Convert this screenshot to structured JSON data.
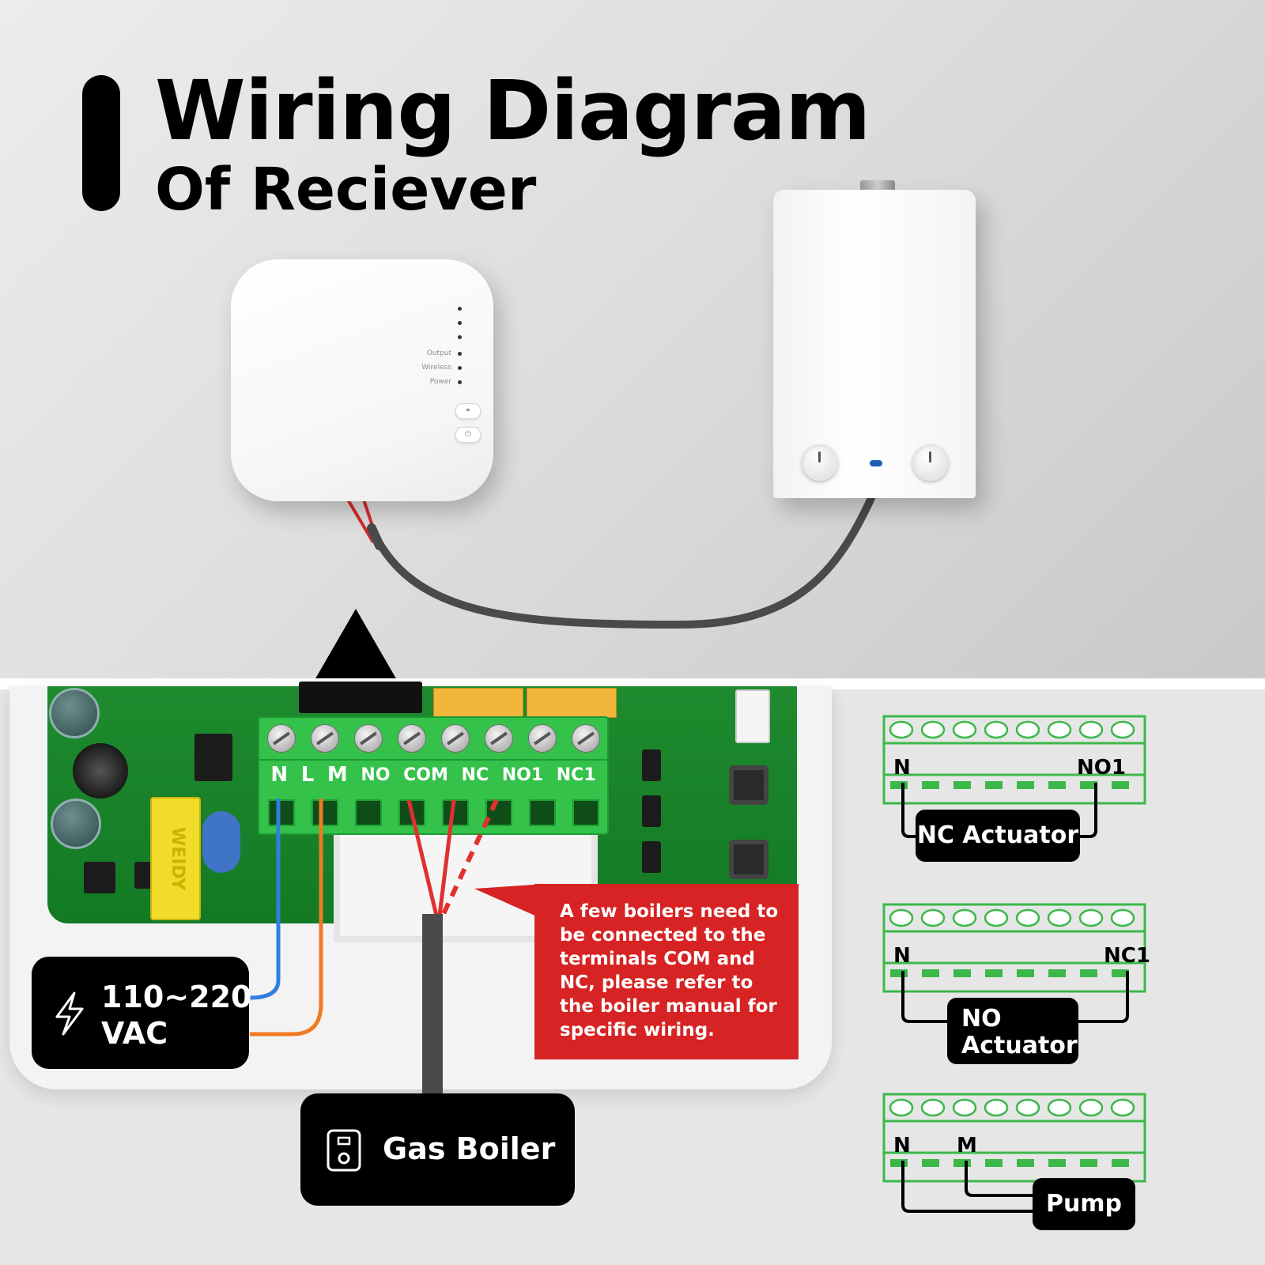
{
  "header": {
    "title": "Wiring Diagram",
    "subtitle": "Of Reciever"
  },
  "receiver": {
    "leds": [
      "",
      "",
      "",
      "Output",
      "Wireless",
      "Power"
    ]
  },
  "terminal_block": {
    "labels": [
      "N",
      "L",
      "M",
      "NO",
      "COM",
      "NC",
      "NO1",
      "NC1"
    ]
  },
  "wire_colors": {
    "neutral": "#2f7fe0",
    "live": "#f07a22",
    "signal": "#e03030",
    "cable": "#4a4a4a"
  },
  "labels": {
    "voltage": "110~220 VAC",
    "gas_boiler": "Gas Boiler",
    "note": "A few boilers need to be connected to the terminals COM and NC, please refer to the boiler manual for specific wiring."
  },
  "note_lines": [
    "A few boilers need to",
    "be connected to the",
    "terminals COM and",
    "NC, please refer to",
    "the boiler manual for",
    "specific wiring."
  ],
  "mini_diagrams": [
    {
      "left_terminal": "N",
      "right_terminal": "NO1",
      "device": "NC Actuator"
    },
    {
      "left_terminal": "N",
      "right_terminal": "NC1",
      "device_line1": "NO",
      "device_line2": "Actuator"
    },
    {
      "left_terminal": "N",
      "right_terminal": "M",
      "device": "Pump"
    }
  ],
  "icons": {
    "voltage": "lightning-bolt-icon",
    "boiler": "boiler-icon"
  },
  "accent_colors": {
    "note_bg": "#d72323",
    "terminal_green": "#34c24a",
    "mini_green": "#3cb84a"
  }
}
